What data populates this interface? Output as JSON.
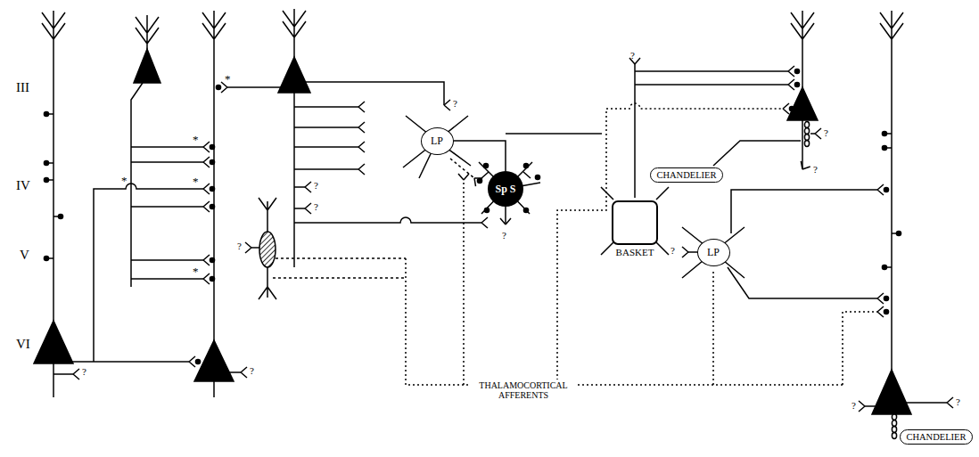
{
  "diagram": {
    "nodes": [
      {
        "text": [
          "LP"
        ]
      },
      {
        "text": [
          "Sp S"
        ]
      },
      {
        "text": [
          "BASKET"
        ]
      },
      {
        "text": [
          "CHANDELIER"
        ]
      },
      {
        "text": [
          "LP"
        ]
      },
      {
        "text": [
          "CHANDELIER"
        ]
      }
    ],
    "edges": [
      {
        "from": 1,
        "to": 0,
        "arrow": "none"
      }
    ],
    "labels": [
      "III",
      "IV",
      "V",
      "VI",
      "THALAMOCORTICAL AFFERENTS",
      "?",
      "?",
      "?",
      "?",
      "?",
      "?",
      "?",
      "?",
      "?",
      "?",
      "?",
      "?",
      "?",
      "*",
      "*",
      "*",
      "*",
      "*"
    ]
  }
}
